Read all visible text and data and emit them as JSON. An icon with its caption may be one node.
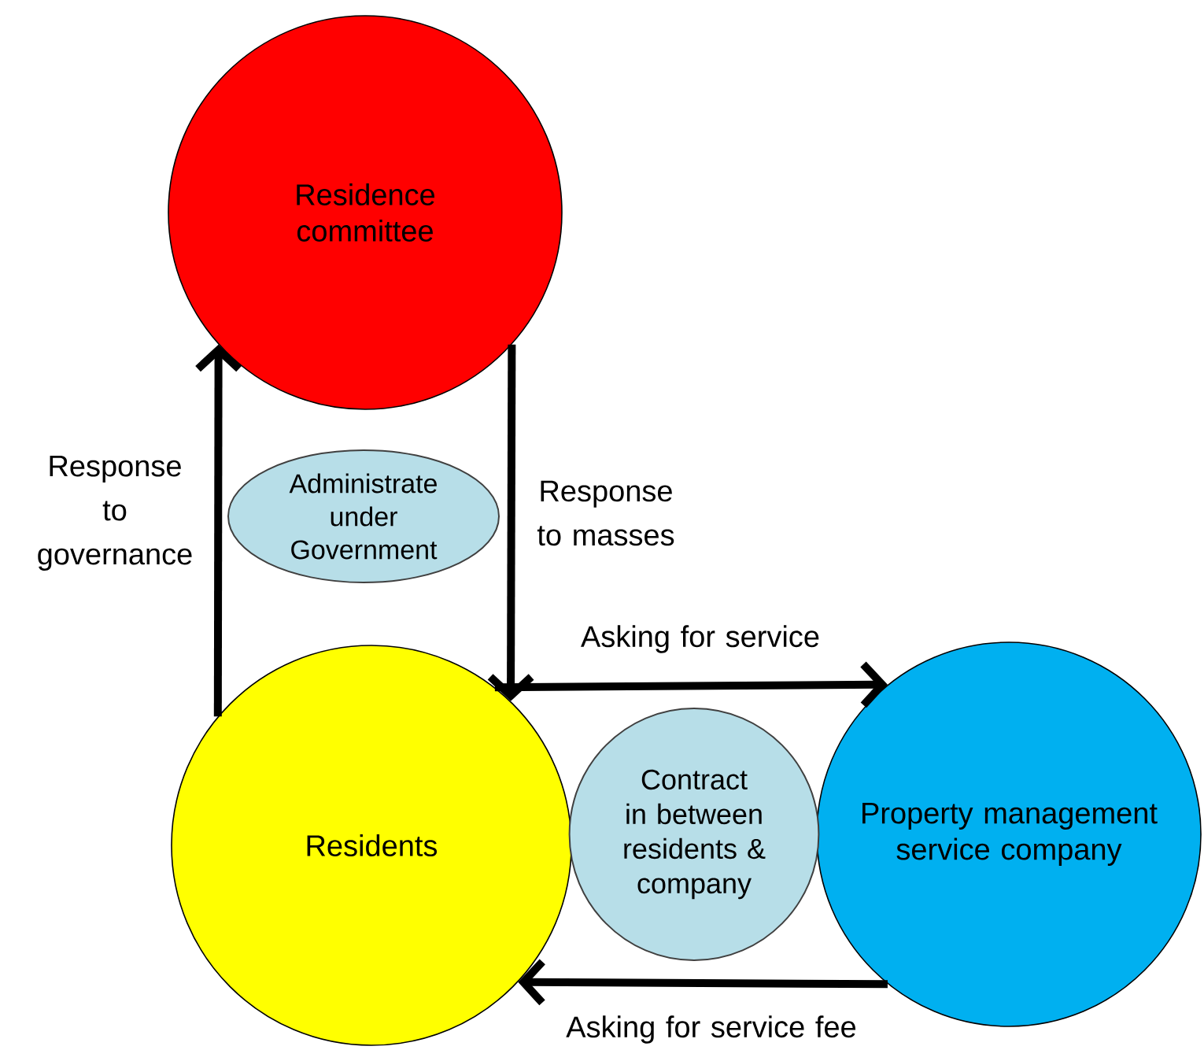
{
  "diagram": {
    "nodes": [
      {
        "text": [
          "Residence committee"
        ]
      },
      {
        "text": [
          "Residents"
        ]
      },
      {
        "text": [
          "Property management service company"
        ]
      },
      {
        "text": [
          "Administrate under Government"
        ]
      },
      {
        "text": [
          "Contract in between residents & company"
        ]
      }
    ],
    "edges": [
      {
        "from": 1,
        "to": 0,
        "arrow": "to",
        "label": "Response to governance"
      },
      {
        "from": 0,
        "to": 1,
        "arrow": "to",
        "label": "Response to masses"
      },
      {
        "from": 1,
        "to": 2,
        "arrow": "to",
        "label": "Asking for service"
      },
      {
        "from": 2,
        "to": 1,
        "arrow": "to",
        "label": "Asking for service fee"
      }
    ]
  }
}
